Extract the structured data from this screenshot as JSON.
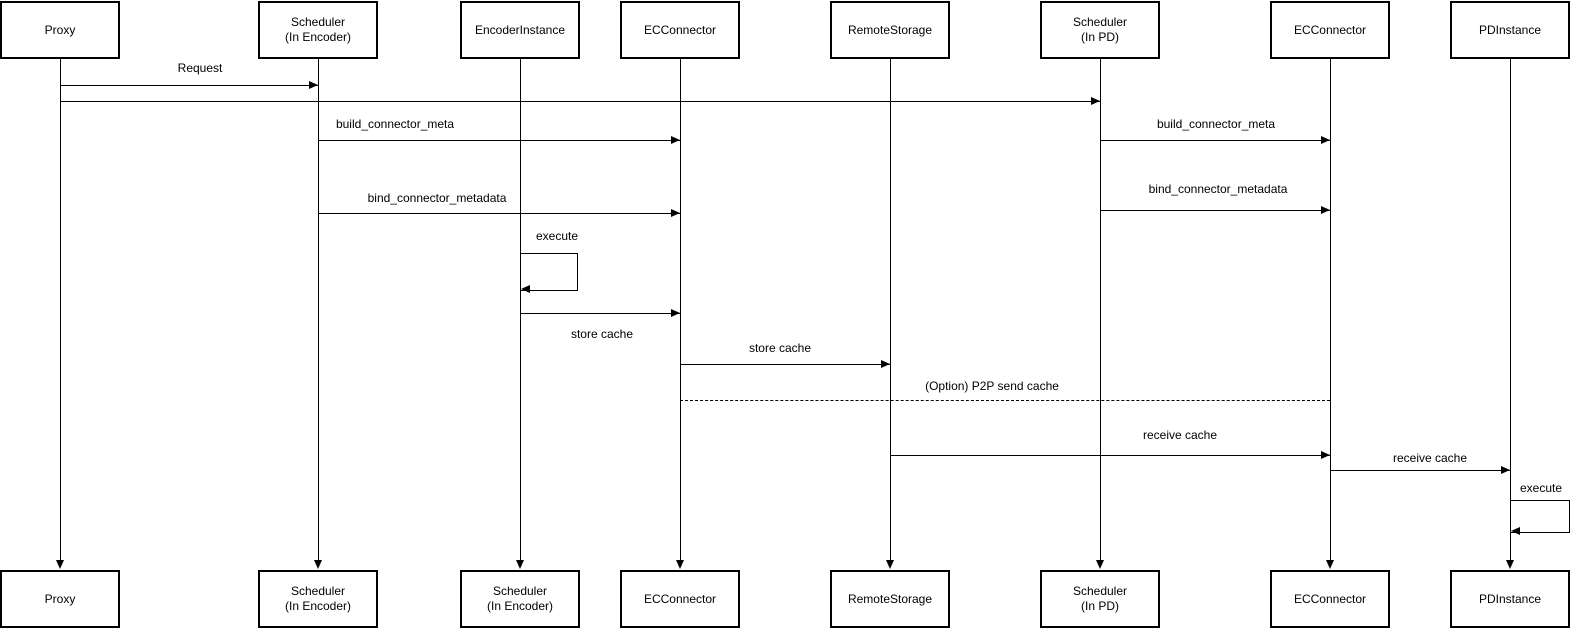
{
  "diagram": {
    "type": "sequence-diagram",
    "title": "",
    "colors": {
      "line": "#000000",
      "text": "#000000",
      "background": "#ffffff"
    },
    "actors": [
      {
        "top_label": "Proxy",
        "bottom_label": "Proxy"
      },
      {
        "top_label": "Scheduler\n(In Encoder)",
        "bottom_label": "Scheduler\n(In Encoder)"
      },
      {
        "top_label": "EncoderInstance",
        "bottom_label": "Scheduler\n(In Encoder)"
      },
      {
        "top_label": "ECConnector",
        "bottom_label": "ECConnector"
      },
      {
        "top_label": "RemoteStorage",
        "bottom_label": "RemoteStorage"
      },
      {
        "top_label": "Scheduler\n(In PD)",
        "bottom_label": "Scheduler\n(In PD)"
      },
      {
        "top_label": "ECConnector",
        "bottom_label": "ECConnector"
      },
      {
        "top_label": "PDInstance",
        "bottom_label": "PDInstance"
      }
    ],
    "messages": [
      {
        "label": "Request",
        "from": "Proxy",
        "to": "Scheduler (In Encoder)",
        "style": "solid"
      },
      {
        "label": "",
        "from": "Proxy",
        "to": "Scheduler (In PD)",
        "style": "solid"
      },
      {
        "label": "build_connector_meta",
        "from": "Scheduler (In Encoder)",
        "to": "ECConnector",
        "style": "solid"
      },
      {
        "label": "build_connector_meta",
        "from": "Scheduler (In PD)",
        "to": "ECConnector",
        "style": "solid"
      },
      {
        "label": "bind_connector_metadata",
        "from": "Scheduler (In Encoder)",
        "to": "ECConnector",
        "style": "solid"
      },
      {
        "label": "bind_connector_metadata",
        "from": "Scheduler (In PD)",
        "to": "ECConnector",
        "style": "solid"
      },
      {
        "label": "execute",
        "from": "EncoderInstance",
        "to": "EncoderInstance",
        "style": "self-loop"
      },
      {
        "label": "store cache",
        "from": "EncoderInstance",
        "to": "ECConnector",
        "style": "solid"
      },
      {
        "label": "store cache",
        "from": "ECConnector",
        "to": "RemoteStorage",
        "style": "solid"
      },
      {
        "label": "(Option) P2P send cache",
        "from": "ECConnector",
        "to": "ECConnector (In PD)",
        "style": "dashed"
      },
      {
        "label": "receive cache",
        "from": "RemoteStorage",
        "to": "ECConnector (In PD)",
        "style": "solid"
      },
      {
        "label": "receive cache",
        "from": "ECConnector (In PD)",
        "to": "PDInstance",
        "style": "solid"
      },
      {
        "label": "execute",
        "from": "PDInstance",
        "to": "PDInstance",
        "style": "self-loop"
      }
    ]
  }
}
